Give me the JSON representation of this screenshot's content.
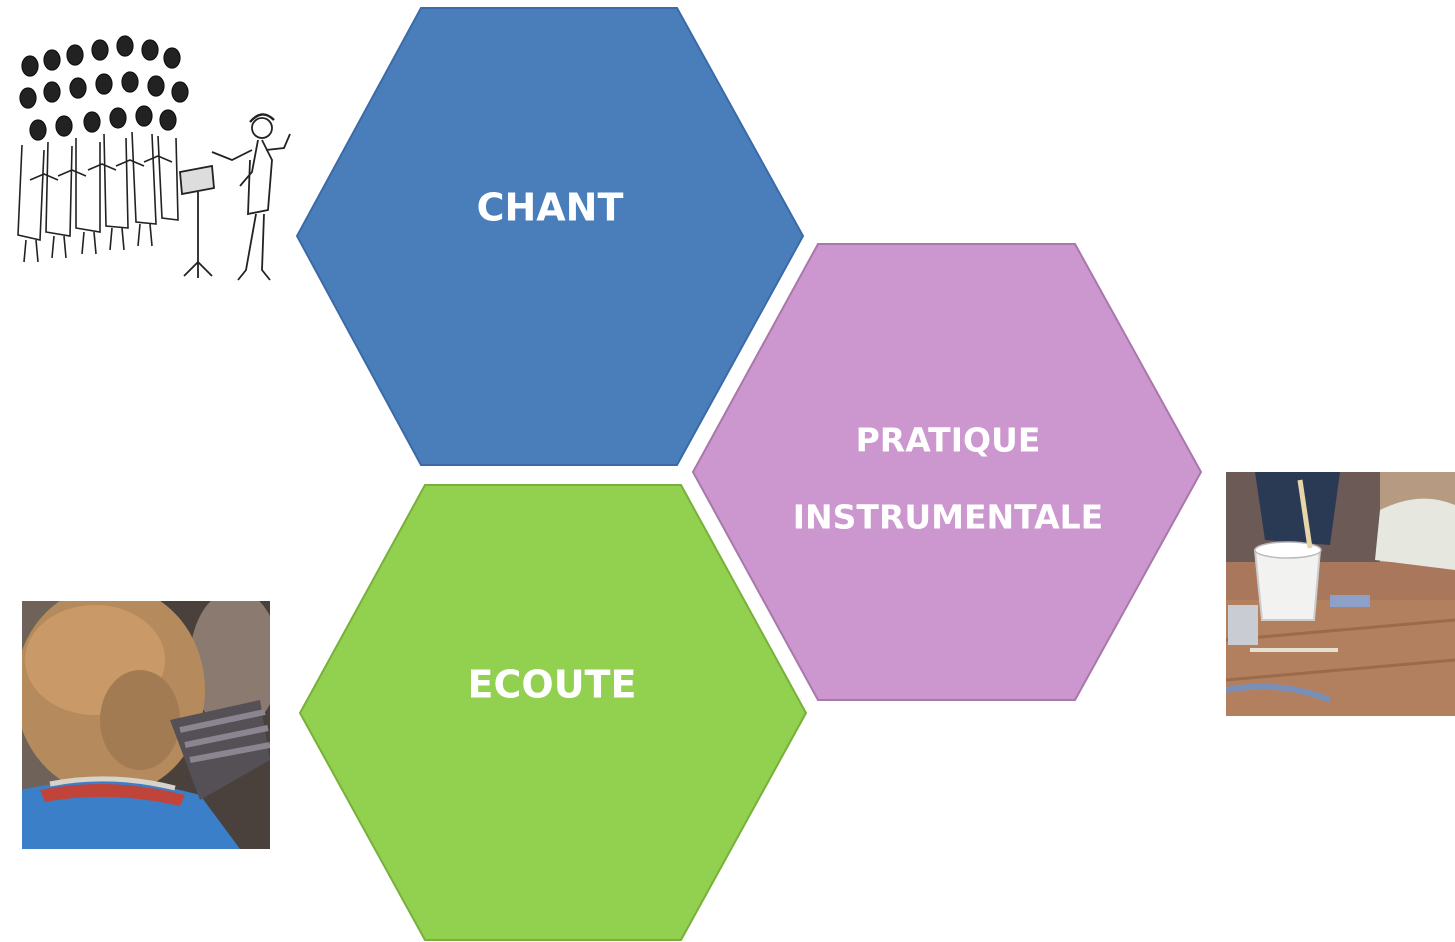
{
  "hexagons": {
    "chant": {
      "label": "CHANT",
      "color": "#4a7ebb"
    },
    "pratique": {
      "line1": "PRATIQUE",
      "line2": "INSTRUMENTALE",
      "color": "#cc96cf"
    },
    "ecoute": {
      "label": "ECOUTE",
      "color": "#92d050"
    }
  },
  "illustrations": {
    "choir": "choir-with-conductor-drawing",
    "child_listening": "child-listening-photo",
    "drumming": "children-playing-bucket-drum-photo"
  }
}
